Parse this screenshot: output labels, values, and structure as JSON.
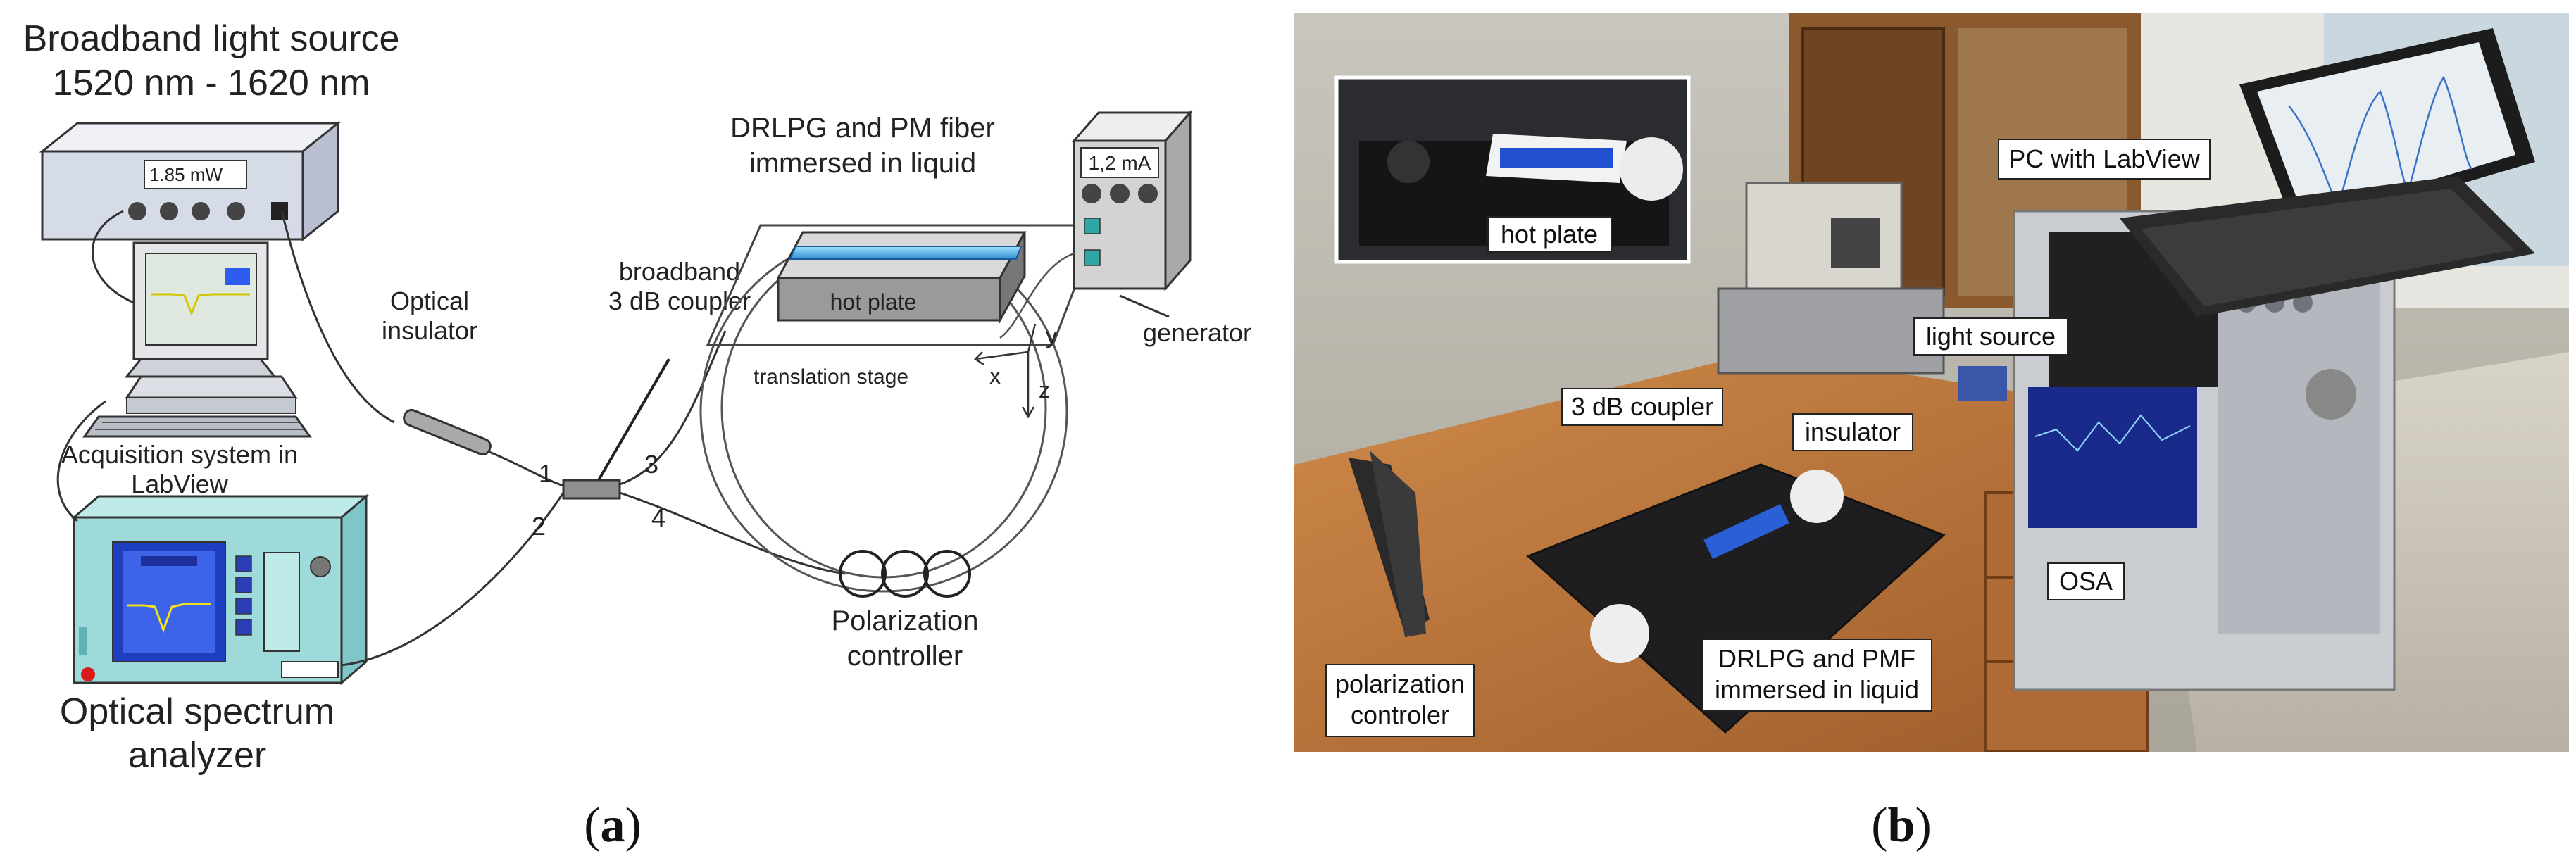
{
  "panel_a": {
    "letter": "a",
    "source_title_line1": "Broadband light source",
    "source_title_line2": "1520 nm - 1620 nm",
    "source_display": "1.85 mW",
    "generator_display": "1,2 mA",
    "label_drlpg_line1": "DRLPG and PM fiber",
    "label_drlpg_line2": "immersed in liquid",
    "label_coupler_line1": "broadband",
    "label_coupler_line2": "3 dB coupler",
    "label_insulator_line1": "Optical",
    "label_insulator_line2": "insulator",
    "label_hot_plate": "hot plate",
    "label_translation_stage": "translation stage",
    "label_generator": "generator",
    "axis_x": "x",
    "axis_y": "y",
    "axis_z": "z",
    "label_acq_line1": "Acquisition system in",
    "label_acq_line2": "LabView",
    "port_1": "1",
    "port_2": "2",
    "port_3": "3",
    "port_4": "4",
    "label_pol_line1": "Polarization",
    "label_pol_line2": "controller",
    "label_osa_line1": "Optical spectrum",
    "label_osa_line2": "analyzer"
  },
  "panel_b": {
    "letter": "b",
    "label_hot_plate": "hot plate",
    "label_pc": "PC with LabView",
    "label_light_source": "light source",
    "label_coupler": "3 dB coupler",
    "label_insulator": "insulator",
    "label_osa": "OSA",
    "label_pol_line1": "polarization",
    "label_pol_line2": "controler",
    "label_drlpg_line1": "DRLPG and PMF",
    "label_drlpg_line2": "immersed in liquid"
  }
}
